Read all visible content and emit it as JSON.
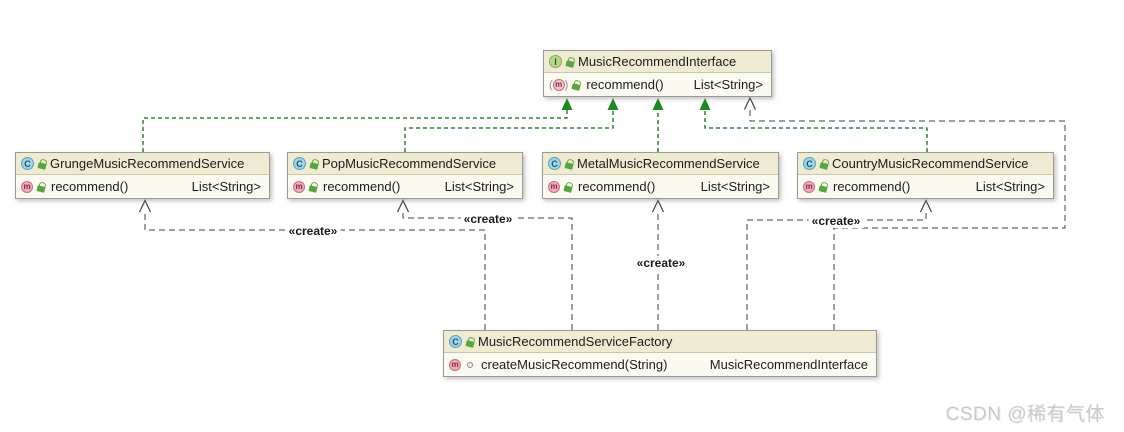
{
  "nodes": {
    "interface": {
      "title": "MusicRecommendInterface",
      "member": "recommend()",
      "member_type": "List<String>"
    },
    "grunge": {
      "title": "GrungeMusicRecommendService",
      "member": "recommend()",
      "member_type": "List<String>"
    },
    "pop": {
      "title": "PopMusicRecommendService",
      "member": "recommend()",
      "member_type": "List<String>"
    },
    "metal": {
      "title": "MetalMusicRecommendService",
      "member": "recommend()",
      "member_type": "List<String>"
    },
    "country": {
      "title": "CountryMusicRecommendService",
      "member": "recommend()",
      "member_type": "List<String>"
    },
    "factory": {
      "title": "MusicRecommendServiceFactory",
      "member": "createMusicRecommend(String)",
      "member_type": "MusicRecommendInterface"
    }
  },
  "icons": {
    "class_glyph": "C",
    "interface_glyph": "I",
    "method_glyph": "m"
  },
  "edges": {
    "create_label": "«create»"
  },
  "watermark": "CSDN @稀有气体",
  "colors": {
    "implements_line": "#0d6e0d",
    "implements_arrow": "#1d8a1d",
    "dependency_line": "#404040",
    "node_title_bg": "#eeebd2",
    "node_body_bg": "#fbfaf0",
    "node_border": "#9b9b93",
    "class_icon_bg": "#9fd6e6",
    "interface_icon_bg": "#b6d792",
    "method_icon_bg": "#f0aab9",
    "lock_icon": "#5aa33e",
    "watermark_color": "#c9c9c9"
  }
}
